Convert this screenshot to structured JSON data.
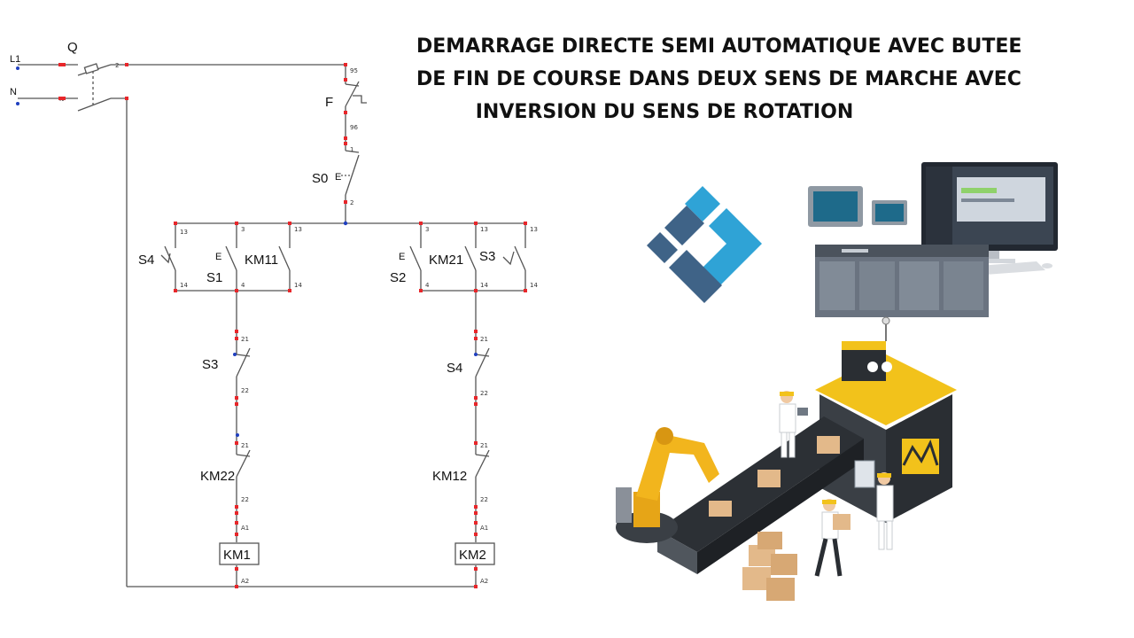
{
  "title_lines": [
    "DEMARRAGE DIRECTE SEMI AUTOMATIQUE AVEC BUTEE",
    "DE FIN DE COURSE DANS DEUX SENS DE MARCHE AVEC",
    "INVERSION DU SENS DE ROTATION"
  ],
  "supply": {
    "l1": "L1",
    "n": "N"
  },
  "breaker": {
    "label": "Q",
    "term_out": "2",
    "term_n": "N"
  },
  "overload": {
    "label": "F",
    "t95": "95",
    "t96": "96"
  },
  "stop_button": {
    "label": "S0",
    "t1": "1",
    "t2": "2"
  },
  "left_branch": {
    "s4_limit": {
      "label": "S4",
      "t13": "13",
      "t14": "14"
    },
    "s1_start": {
      "label": "S1",
      "t3": "3",
      "t4": "4"
    },
    "km11_hold": {
      "label": "KM11",
      "t13": "13",
      "t14": "14"
    },
    "s3_nc": {
      "label": "S3",
      "t21": "21",
      "t22": "22"
    },
    "km22_interlock": {
      "label": "KM22",
      "t21": "21",
      "t22": "22"
    },
    "coil": {
      "label": "KM1",
      "a1": "A1",
      "a2": "A2"
    }
  },
  "right_branch": {
    "s2_start": {
      "label": "S2",
      "t3": "3",
      "t4": "4"
    },
    "km21_hold": {
      "label": "KM21",
      "t13": "13",
      "t14": "14"
    },
    "s3_limit": {
      "label": "S3",
      "t13": "13",
      "t14": "14"
    },
    "s4_nc": {
      "label": "S4",
      "t21": "21",
      "t22": "22"
    },
    "km12_interlock": {
      "label": "KM12",
      "t21": "21",
      "t22": "22"
    },
    "coil": {
      "label": "KM2",
      "a1": "A1",
      "a2": "A2"
    }
  },
  "colors": {
    "wire": "#555555",
    "terminal": "#e8262a",
    "node": "#1f3fbf",
    "logo_dark": "#3f6387",
    "logo_light": "#2fa3d6",
    "machine_yellow": "#f2c21b",
    "box": "#e3b98a"
  },
  "icons": [
    "company-logo-icon",
    "plc-hmi-icon",
    "factory-conveyor-icon"
  ]
}
